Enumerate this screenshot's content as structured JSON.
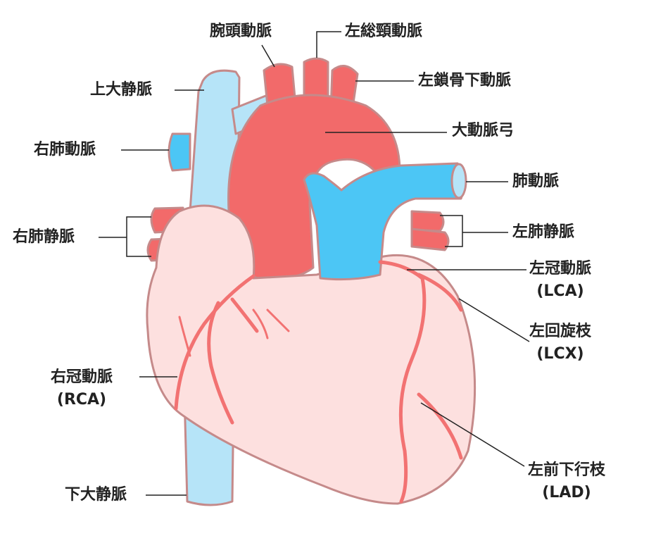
{
  "labels": {
    "brachiocephalic": "腕頭動脈",
    "left_common_carotid": "左総頸動脈",
    "svc": "上大静脈",
    "left_subclavian": "左鎖骨下動脈",
    "aortic_arch": "大動脈弓",
    "right_pulmonary_artery": "右肺動脈",
    "pulmonary_artery": "肺動脈",
    "right_pulmonary_veins": "右肺静脈",
    "left_pulmonary_veins": "左肺静脈",
    "lca": {
      "name": "左冠動脈",
      "abbr": "(LCA)"
    },
    "lcx": {
      "name": "左回旋枝",
      "abbr": "(LCX)"
    },
    "rca": {
      "name": "右冠動脈",
      "abbr": "(RCA)"
    },
    "lad": {
      "name": "左前下行枝",
      "abbr": "(LAD)"
    },
    "ivc": "下大静脈"
  },
  "colors": {
    "vein": "#b6e4f8",
    "artery": "#f26a6a",
    "pulmonary": "#4cc6f5",
    "heart": "#fde0df",
    "outline": "#c58a8a",
    "coronary": "#f27272"
  }
}
